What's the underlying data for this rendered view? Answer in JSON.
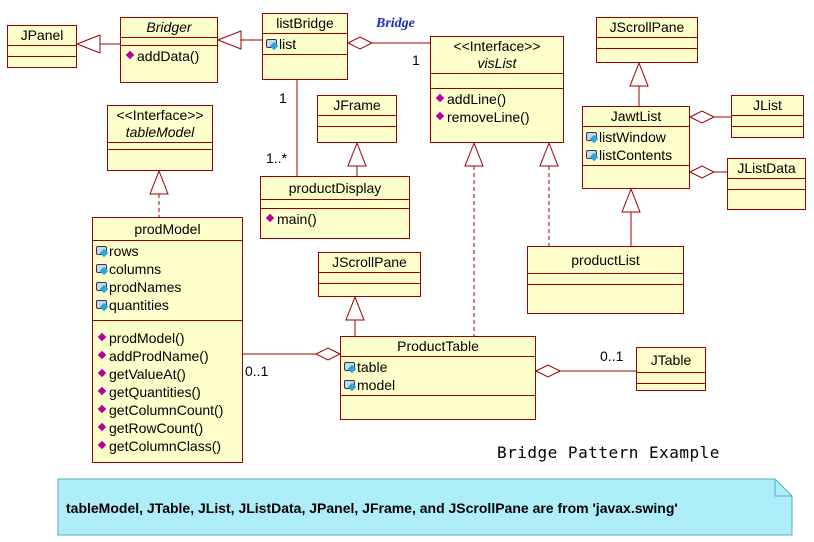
{
  "classes": {
    "jpanel": {
      "name": "JPanel"
    },
    "bridger": {
      "name": "Bridger",
      "ops": [
        "addData()"
      ]
    },
    "listbridge": {
      "name": "listBridge",
      "attrs": [
        "list"
      ]
    },
    "vislist": {
      "stereotype": "<<Interface>>",
      "name": "visList",
      "ops": [
        "addLine()",
        "removeLine()"
      ]
    },
    "jscrollpane_top": {
      "name": "JScrollPane"
    },
    "jawtlist": {
      "name": "JawtList",
      "attrs": [
        "listWindow",
        "listContents"
      ]
    },
    "jlist": {
      "name": "JList"
    },
    "jlistdata": {
      "name": "JListData"
    },
    "tablemodel": {
      "stereotype": "<<Interface>>",
      "name": "tableModel"
    },
    "jframe": {
      "name": "JFrame"
    },
    "productdisplay": {
      "name": "productDisplay",
      "ops": [
        "main()"
      ]
    },
    "prodmodel": {
      "name": "prodModel",
      "attrs": [
        "rows",
        "columns",
        "prodNames",
        "quantities"
      ],
      "ops": [
        "prodModel()",
        "addProdName()",
        "getValueAt()",
        "getQuantities()",
        "getColumnCount()",
        "getRowCount()",
        "getColumnClass()"
      ]
    },
    "productlist": {
      "name": "productList"
    },
    "jscrollpane_mid": {
      "name": "JScrollPane"
    },
    "producttable": {
      "name": "ProductTable",
      "attrs": [
        "table",
        "model"
      ]
    },
    "jtable": {
      "name": "JTable"
    }
  },
  "labels": {
    "bridge": "Bridge",
    "mult_vislist": "1",
    "mult_listbridge": "1",
    "mult_productdisplay": "1..*",
    "mult_prodmodel": "0..1",
    "mult_jtable": "0..1"
  },
  "caption": "Bridge Pattern Example",
  "note": "tableModel, JTable, JList, JListData, JPanel, JFrame, and JScrollPane are from 'javax.swing'",
  "colors": {
    "class_fill": "#ffffcc",
    "class_border": "#990000",
    "note_fill": "#aeeefa",
    "bridge_label": "#1a2db8",
    "op_icon": "#b5009d"
  }
}
